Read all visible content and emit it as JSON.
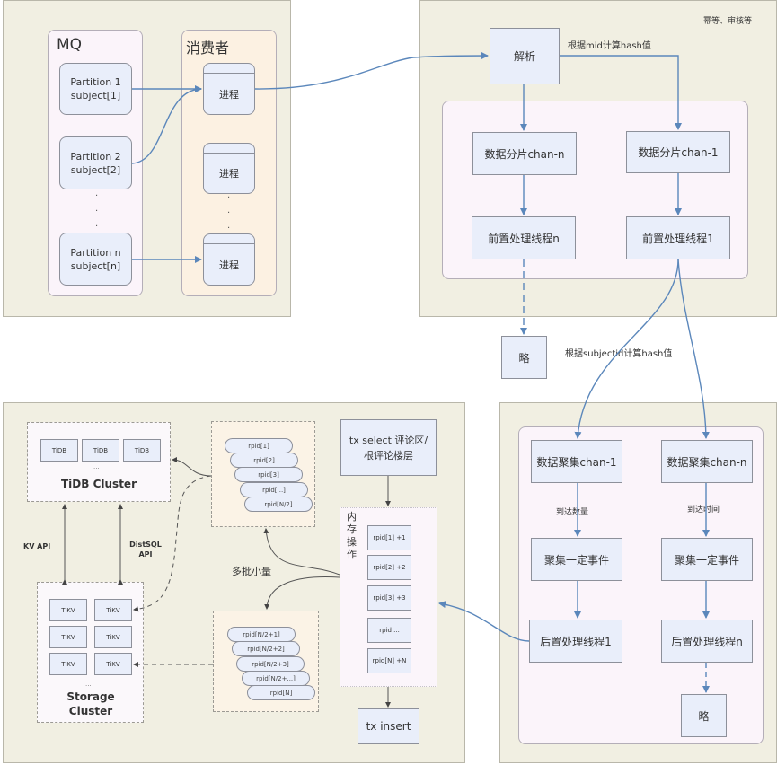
{
  "top_left": {
    "mq_title": "MQ",
    "consumer_title": "消费者",
    "partitions": [
      {
        "line1": "Partition 1",
        "line2": "subject[1]"
      },
      {
        "line1": "Partition 2",
        "line2": "subject[2]"
      },
      {
        "line1": "Partition n",
        "line2": "subject[n]"
      }
    ],
    "processes": [
      "进程",
      "进程",
      "进程"
    ],
    "ellipsis": "·"
  },
  "top_right": {
    "note": "幂等、审核等",
    "parse": "解析",
    "hash_label": "根据mid计算hash值",
    "shards": [
      "数据分片chan-n",
      "数据分片chan-1"
    ],
    "pre_threads": [
      "前置处理线程n",
      "前置处理线程1"
    ]
  },
  "middle": {
    "omitted": "略",
    "subject_hash_label": "根据subjectid计算hash值"
  },
  "bottom_right": {
    "aggregators": [
      "数据聚集chan-1",
      "数据聚集chan-n"
    ],
    "triggers": [
      "到达数量",
      "到达时间"
    ],
    "collect": [
      "聚集一定事件",
      "聚集一定事件"
    ],
    "post_threads": [
      "后置处理线程1",
      "后置处理线程n"
    ],
    "omitted": "略"
  },
  "bottom_left": {
    "tidb_nodes": [
      "TiDB",
      "TiDB",
      "TiDB"
    ],
    "tidb_ellipsis": "...",
    "tidb_cluster": "TiDB Cluster",
    "kv_api": "KV API",
    "distsql_api": "DistSQL API",
    "tikv_nodes": [
      "TiKV",
      "TiKV",
      "TiKV",
      "TiKV",
      "TiKV",
      "TiKV"
    ],
    "tikv_ellipsis": "...",
    "storage_cluster": "Storage Cluster",
    "batch1": [
      "rpid[1]",
      "rpid[2]",
      "rpid[3]",
      "rpid[...]",
      "rpid[N/2]"
    ],
    "batch2": [
      "rpid[N/2+1]",
      "rpid[N/2+2]",
      "rpid[N/2+3]",
      "rpid[N/2+...]",
      "rpid[N]"
    ],
    "batch_label": "多批小量",
    "tx_select": "tx select 评论区/根评论楼层",
    "memory_ops_label": "内存操作",
    "memory_ops": [
      "rpid[1] +1",
      "rpid[2] +2",
      "rpid[3] +3",
      "rpid ...",
      "rpid[N] +N"
    ],
    "tx_insert": "tx insert"
  },
  "colors": {
    "arrow": "#5b87bb",
    "dark_arrow": "#444444",
    "panel_bg": "#f1efe2",
    "node_bg": "#e9eefa"
  }
}
